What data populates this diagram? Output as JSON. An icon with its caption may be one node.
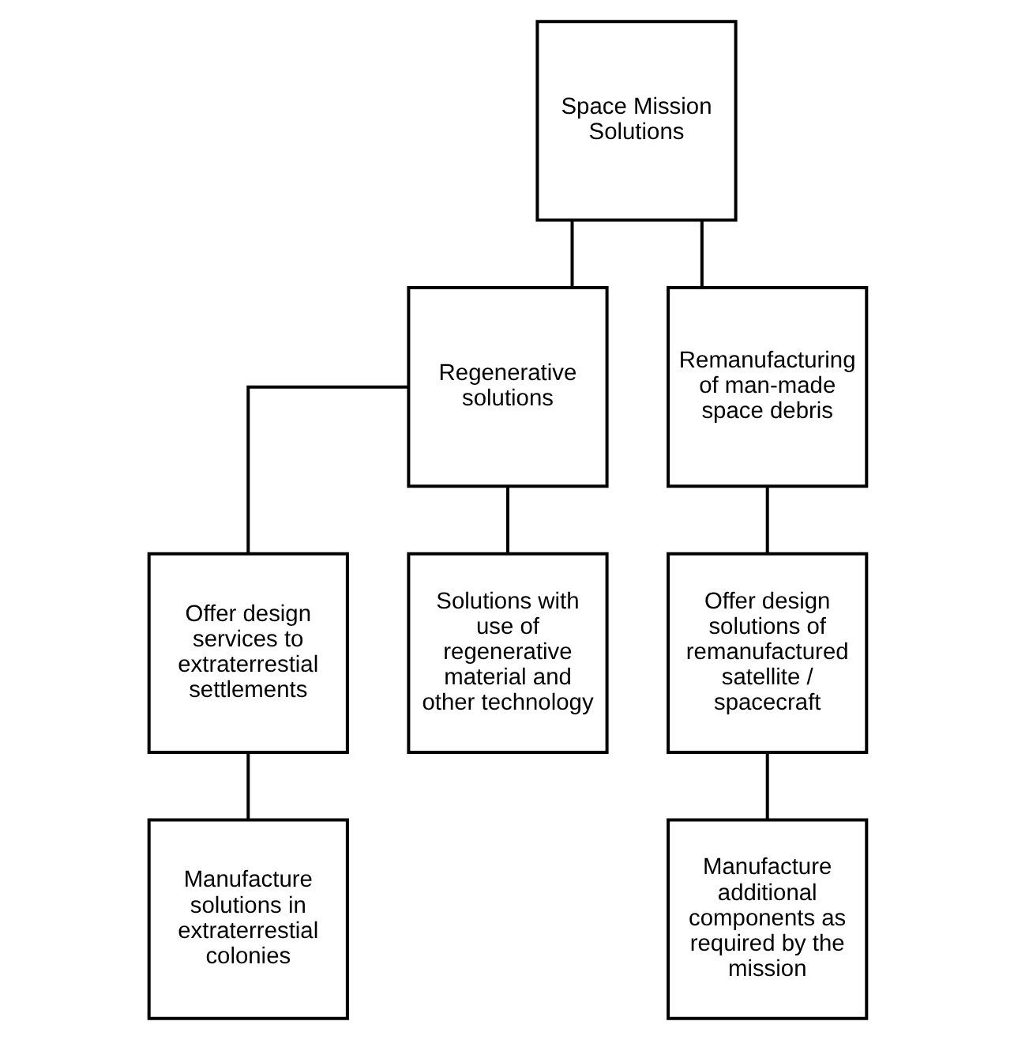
{
  "diagram": {
    "nodes": [
      {
        "text": [
          "Space Mission Solutions"
        ]
      },
      {
        "text": [
          "Regenerative solutions"
        ]
      },
      {
        "text": [
          "Remanufacturing of man-made space debris"
        ]
      },
      {
        "text": [
          "Offer design services to extraterrestial settlements"
        ]
      },
      {
        "text": [
          "Solutions with use of regenerative material and other technology"
        ]
      },
      {
        "text": [
          "Manufacture solutions in extraterrestial colonies"
        ]
      },
      {
        "text": [
          "Offer design solutions of remanufactured satellite / spacecraft"
        ]
      },
      {
        "text": [
          "Manufacture additional components as required by the mission"
        ]
      }
    ],
    "edges": [
      {
        "from": 0,
        "to": 1,
        "arrow": "none"
      },
      {
        "from": 0,
        "to": 2,
        "arrow": "none"
      },
      {
        "from": 1,
        "to": 3,
        "arrow": "none"
      },
      {
        "from": 1,
        "to": 4,
        "arrow": "none"
      },
      {
        "from": 3,
        "to": 5,
        "arrow": "none"
      },
      {
        "from": 2,
        "to": 6,
        "arrow": "none"
      },
      {
        "from": 6,
        "to": 7,
        "arrow": "none"
      }
    ]
  }
}
